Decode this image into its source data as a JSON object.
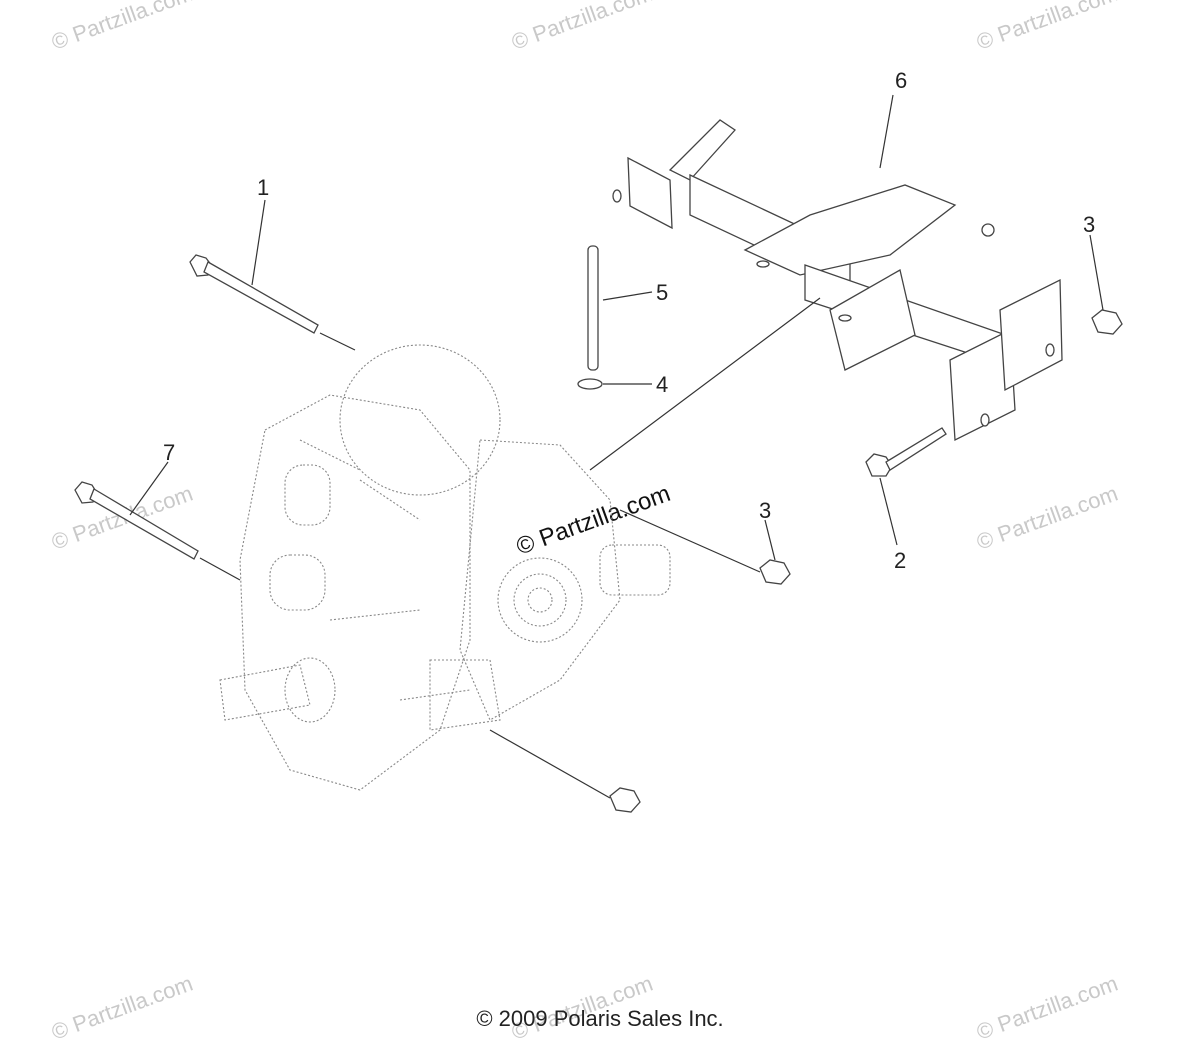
{
  "callouts": {
    "c1": "1",
    "c2": "2",
    "c3a": "3",
    "c3b": "3",
    "c4": "4",
    "c5": "5",
    "c6": "6",
    "c7": "7"
  },
  "watermark": "© Partzilla.com",
  "copyright": "© 2009 Polaris Sales Inc."
}
